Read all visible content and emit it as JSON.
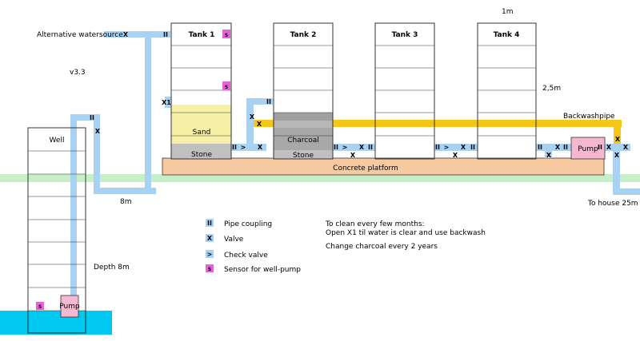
{
  "version": "v3.3",
  "scale_top": "1m",
  "height_label": "2,5m",
  "alt_source": "Alternative watersource",
  "tanks": {
    "t1": "Tank 1",
    "t2": "Tank 2",
    "t3": "Tank 3",
    "t4": "Tank 4"
  },
  "layers": {
    "sand": "Sand",
    "stone": "Stone",
    "charcoal": "Charcoal",
    "stone2": "Stone"
  },
  "platform": "Concrete platform",
  "backwash": "Backwashpipe",
  "well": "Well",
  "depth": "Depth 8m",
  "pipe_length": "8m",
  "to_house": "To house 25m",
  "pump": "Pump",
  "pump2": "Pump",
  "symbols": {
    "coupling": "II",
    "valve": "X",
    "check": ">",
    "sensor": "S",
    "x1": "X1"
  },
  "legend": {
    "coupling": "Pipe coupling",
    "valve": "Valve",
    "check": "Check valve",
    "sensor": "Sensor for well-pump"
  },
  "notes": {
    "line1": "To clean every few months:",
    "line2": "Open X1 til water is clear and use backwash",
    "line3": "Change charcoal every 2 years"
  },
  "colors": {
    "pipe": "#a9d2f2",
    "backwash": "#f5c518",
    "sand": "#f6f0a6",
    "stone": "#c0c0c0",
    "charcoal": "#a8a8a8",
    "platform": "#f7c9a0",
    "ground": "#c7efc7",
    "water": "#00c8f0",
    "pump": "#f6b8d0",
    "sensor": "#e860d8"
  }
}
